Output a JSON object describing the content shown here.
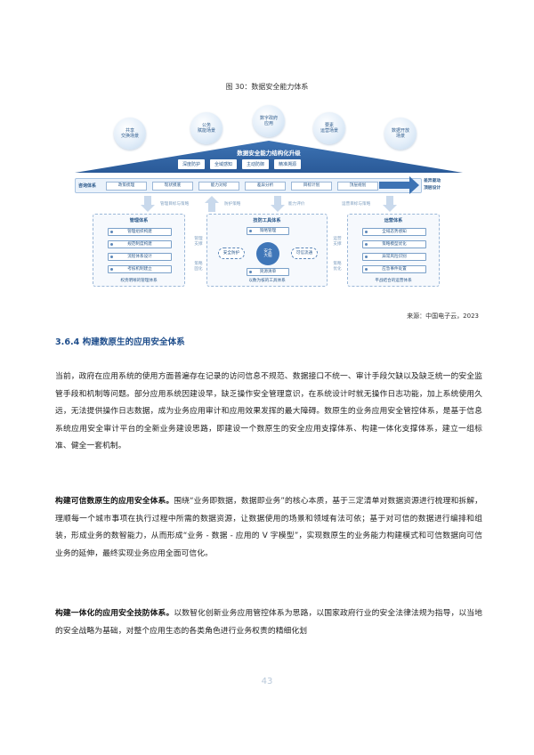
{
  "figure": {
    "caption": "图 30：数据安全能力体系",
    "bubbles": [
      "共享\n交换场景",
      "公务\n赋能场景",
      "数字政府\n应用",
      "要素\n运营场景",
      "数据开放\n场景"
    ],
    "roof_title": "数据安全能力结构化升级",
    "roof_tags": [
      "深度防护",
      "全域感知",
      "主动防御",
      "精准溯源"
    ],
    "consult_label": "咨询体系",
    "consult_steps": [
      "政策梳理",
      "现状摸底",
      "能力对标",
      "差异分析",
      "目标计划",
      "顶层规划"
    ],
    "consult_side": [
      "差异驱动",
      "顶层设计"
    ],
    "flow_labels": [
      "管理目标与策略",
      "防护策略",
      "能力评价",
      "运营目标与策略"
    ],
    "management": {
      "title": "管理体系",
      "items": [
        "管理组织构建",
        "规范制度构建",
        "流程体系设计",
        "考核机制建立"
      ],
      "footer": "权责明晰的管理体系"
    },
    "tools": {
      "title": "技防工具体系",
      "top": "策略管理",
      "left": "安全防护",
      "center": "安全\n大脑",
      "right": "可信流通",
      "bottom": "资源清单",
      "footer": "以数为核的工具体系"
    },
    "operations": {
      "title": "运营体系",
      "items": [
        "全域态势感知",
        "策略模型优化",
        "异常风险识别",
        "应急事件处置"
      ],
      "footer": "平战结合的运营体系"
    },
    "side_labels": {
      "left_top": "管理\n支撑",
      "left_bottom": "策略\n固化",
      "right_top": "运营\n支撑",
      "right_bottom": "策略\n优化"
    },
    "source": "来源：中国电子云，2023"
  },
  "section": {
    "title": "3.6.4 构建数原生的应用安全体系"
  },
  "paragraphs": {
    "p1": "当前，政府在应用系统的使用方面普遍存在记录的访问信息不规范、数据接口不统一、审计手段欠缺以及缺乏统一的安全监管手段和机制等问题。部分应用系统因建设早，缺乏操作安全管理意识，在系统设计时就无操作日志功能，加上系统使用久远，无法提供操作日志数据，成为业务应用审计和应用效果发挥的最大障碍。数原生的业务应用安全管控体系，是基于信息系统应用安全审计平台的全新业务建设思路，即建设一个数原生的安全应用支撑体系、构建一体化支撑体系，建立一组标准、健全一套机制。",
    "p2_bold": "构建可信数原生的应用安全体系。",
    "p2_rest": "围绕“业务即数据，数据即业务”的核心本质，基于三定清单对数据资源进行梳理和拆解，理顺每一个城市事项在执行过程中所需的数据资源，让数据使用的场景和领域有法可依；基于对可信的数据进行编排和组装，形成业务的数智能力，从而形成“业务 - 数据 - 应用的 V 字模型”，实现数原生的业务能力构建模式和可信数据向可信业务的延伸，最终实现业务应用全面可信化。",
    "p3_bold": "构建一体化的应用安全技防体系。",
    "p3_rest": "以数智化创新业务应用管控体系为思路，以国家政府行业的安全法律法规为指导，以当地的安全战略为基础，对整个应用生态的各类角色进行业务权责的精细化划"
  },
  "page_number": "43"
}
